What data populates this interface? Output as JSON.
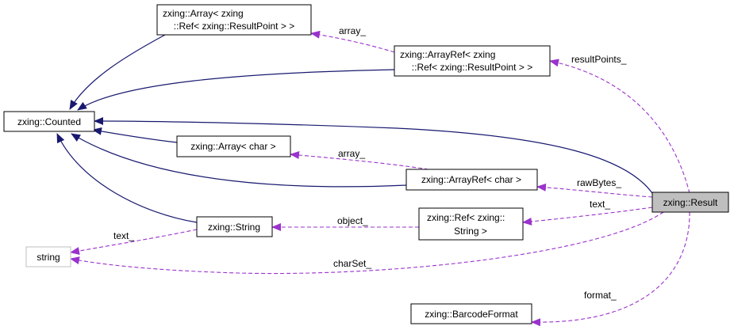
{
  "nodes": {
    "array_rp": [
      "zxing::Array< zxing",
      "::Ref< zxing::ResultPoint > >"
    ],
    "arrayref_rp": [
      "zxing::ArrayRef< zxing",
      "::Ref< zxing::ResultPoint > >"
    ],
    "counted": [
      "zxing::Counted"
    ],
    "array_char": [
      "zxing::Array< char >"
    ],
    "arrayref_char": [
      "zxing::ArrayRef< char >"
    ],
    "result": [
      "zxing::Result"
    ],
    "string_z": [
      "zxing::String"
    ],
    "ref_string": [
      "zxing::Ref< zxing::",
      "String >"
    ],
    "string_std": [
      "string"
    ],
    "barcode_format": [
      "zxing::BarcodeFormat"
    ]
  },
  "edge_labels": {
    "array_rp": "array_",
    "result_points": "resultPoints_",
    "array_char": "array_",
    "raw_bytes": "rawBytes_",
    "text_result": "text_",
    "object": "object_",
    "text_string": "text_",
    "char_set": "charSet_",
    "format": "format_"
  },
  "colors": {
    "inheritance_edge": "#191970",
    "usage_edge": "#9a32cd",
    "focus_node_fill": "#bfbfbf",
    "external_node_border": "#bfbfbf"
  }
}
